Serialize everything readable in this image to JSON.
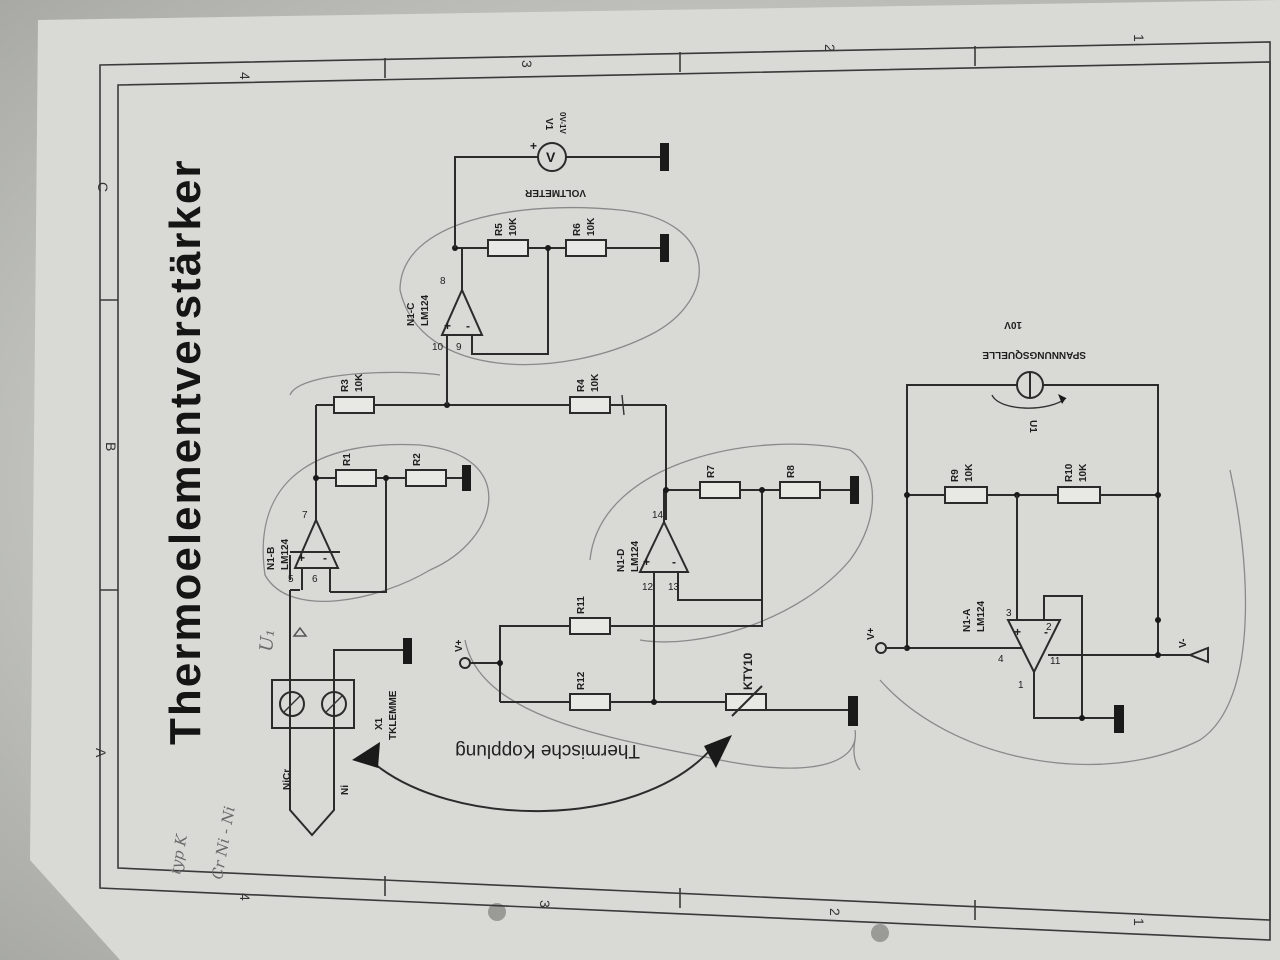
{
  "title": "Thermoelementverstärker",
  "coupling_label": "Thermische Kopplung",
  "handwritten": {
    "u1": "U₁",
    "typ": "typ K",
    "cr": "Cr Ni - Ni"
  },
  "grid": {
    "top": [
      "4",
      "3",
      "2",
      "1"
    ],
    "bottom": [
      "4",
      "3",
      "2",
      "1"
    ],
    "left": [
      "A",
      "B",
      "C"
    ]
  },
  "components": {
    "x1": {
      "ref": "X1",
      "name": "TKLEMME",
      "wire_a": "NiCr",
      "wire_b": "Ni"
    },
    "n1a": {
      "ref": "N1-A",
      "part": "LM124",
      "p3": "3",
      "p2": "2",
      "p1": "1",
      "p4": "4",
      "p11": "11",
      "plus": "+",
      "minus": "-",
      "vplus": "V+",
      "vminus": "V-"
    },
    "n1b": {
      "ref": "N1-B",
      "part": "LM124",
      "p5": "5",
      "p6": "6",
      "p7": "7",
      "plus": "+",
      "minus": "-"
    },
    "n1c": {
      "ref": "N1-C",
      "part": "LM124",
      "p10": "10",
      "p9": "9",
      "p8": "8",
      "plus": "+",
      "minus": "-"
    },
    "n1d": {
      "ref": "N1-D",
      "part": "LM124",
      "p12": "12",
      "p13": "13",
      "p14": "14",
      "plus": "+",
      "minus": "-"
    },
    "r1": {
      "ref": "R1",
      "value": ""
    },
    "r2": {
      "ref": "R2",
      "value": ""
    },
    "r3": {
      "ref": "R3",
      "value": "10K"
    },
    "r4": {
      "ref": "R4",
      "value": "10K"
    },
    "r5": {
      "ref": "R5",
      "value": "10K"
    },
    "r6": {
      "ref": "R6",
      "value": "10K"
    },
    "r7": {
      "ref": "R7",
      "value": ""
    },
    "r8": {
      "ref": "R8",
      "value": ""
    },
    "r9": {
      "ref": "R9",
      "value": "10K"
    },
    "r10": {
      "ref": "R10",
      "value": "10K"
    },
    "r11": {
      "ref": "R11",
      "value": ""
    },
    "r12": {
      "ref": "R12",
      "value": ""
    },
    "kty": {
      "ref": "KTY10"
    },
    "v1": {
      "ref": "V1",
      "range": "0V-1V",
      "name": "VOLTMETER",
      "symbol": "V",
      "plus": "+"
    },
    "u1": {
      "ref": "U1",
      "name": "SPANNUNGSQUELLE",
      "value": "10V"
    },
    "vplus_net": "V+",
    "vminus_net": "V-"
  }
}
